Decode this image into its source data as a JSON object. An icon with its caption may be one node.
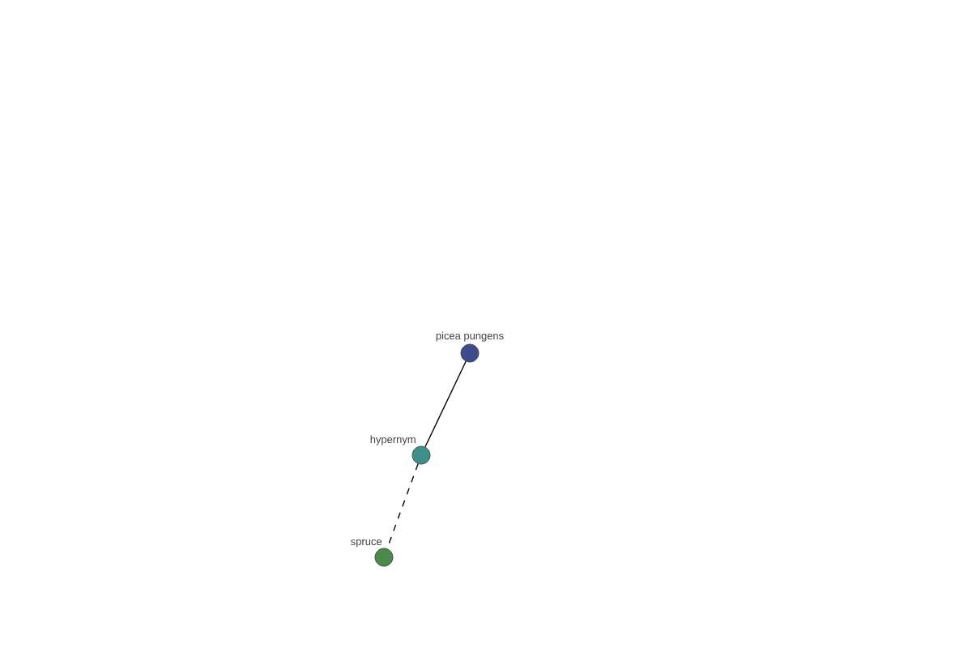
{
  "diagram": {
    "nodes": [
      {
        "text": [
          "picea pungens"
        ]
      },
      {
        "text": [
          "hypernym"
        ]
      },
      {
        "text": [
          "spruce"
        ]
      }
    ],
    "edges": [
      {
        "from": 0,
        "to": 1,
        "arrow": "none"
      },
      {
        "from": 1,
        "to": 2,
        "arrow": "none",
        "style": "dashed"
      }
    ]
  }
}
